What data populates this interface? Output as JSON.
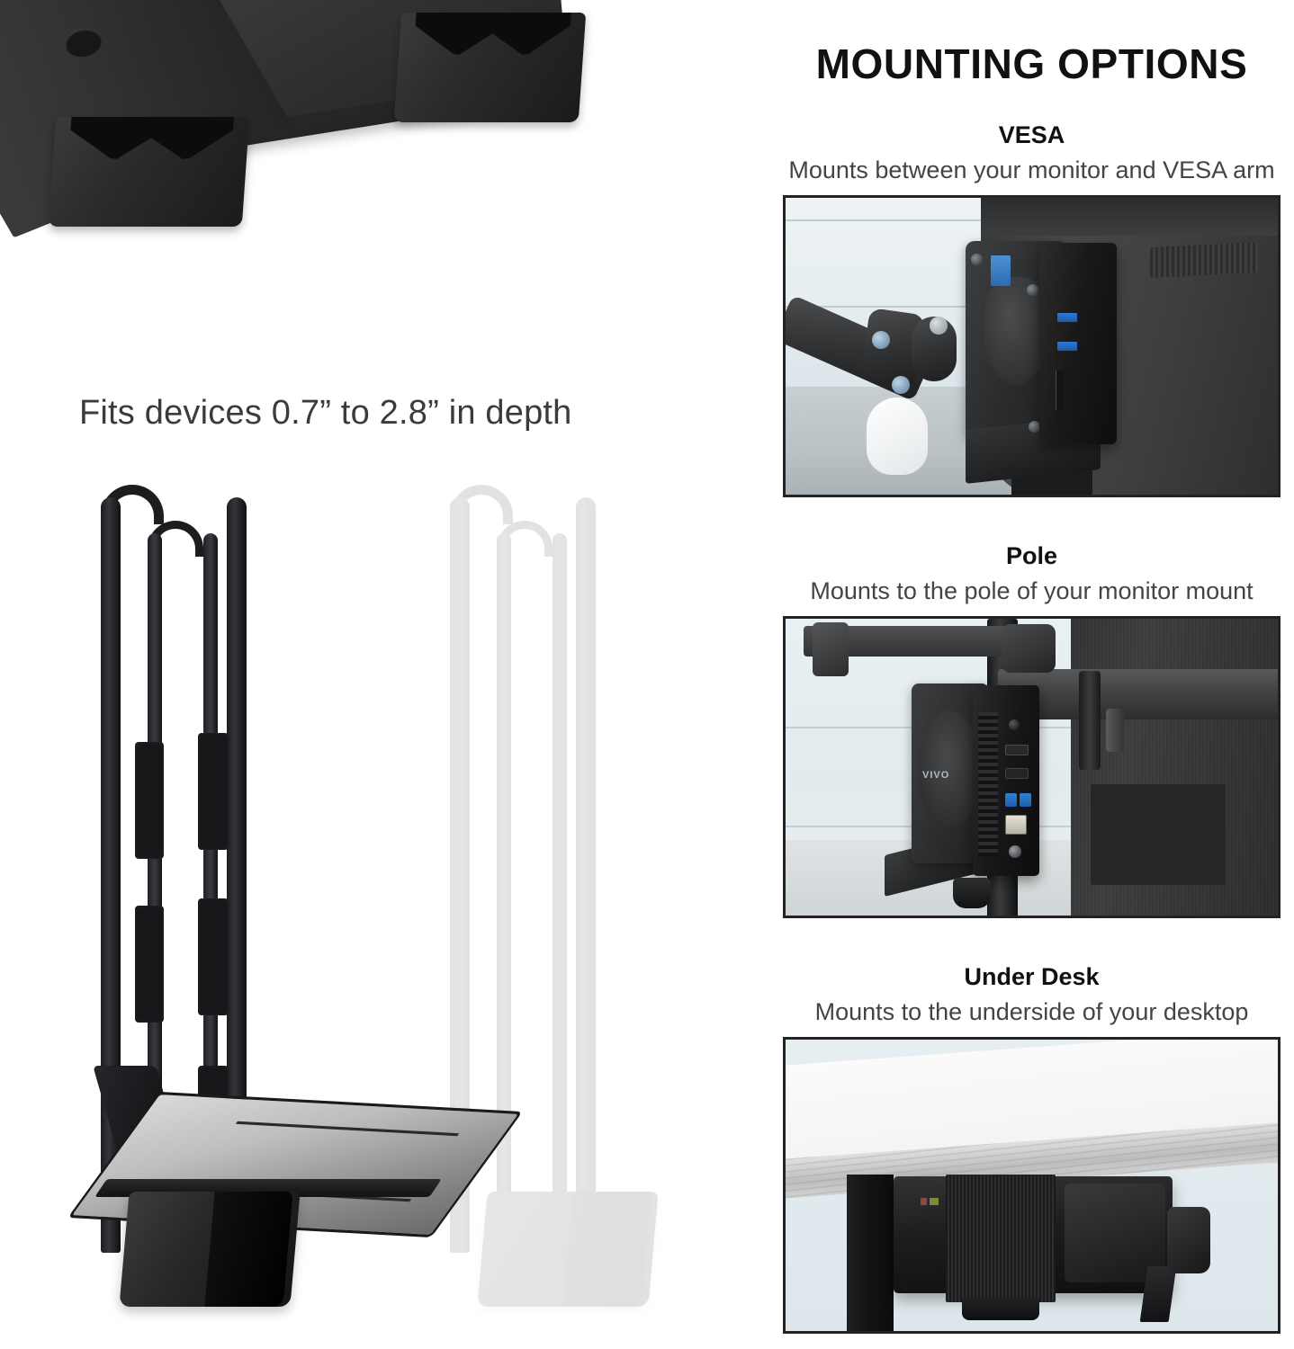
{
  "left": {
    "depth_caption": "Fits devices 0.7” to 2.8” in depth",
    "closeup_alt": "bracket-feet-closeup",
    "sideview_alt": "adjustable-bracket-side-view-with-ghost-range"
  },
  "right": {
    "title": "MOUNTING OPTIONS",
    "sections": [
      {
        "id": "vesa",
        "title": "VESA",
        "subtitle": "Mounts between your monitor and VESA arm",
        "photo_alt": "mini-pc-mounted-between-monitor-and-vesa-arm"
      },
      {
        "id": "pole",
        "title": "Pole",
        "subtitle": "Mounts to the pole of your monitor mount",
        "photo_alt": "mini-pc-bracket-attached-to-monitor-mount-pole",
        "brand_logo": "VIVO"
      },
      {
        "id": "under-desk",
        "title": "Under Desk",
        "subtitle": "Mounts to the underside of your desktop",
        "photo_alt": "bracket-strapped-under-desktop"
      }
    ]
  },
  "colors": {
    "background": "#ffffff",
    "title_text": "#111111",
    "body_text": "#444444",
    "caption_text": "#3b3b3b",
    "photo_border": "#232326",
    "photo_bg": "#dfe8eb",
    "product_black": "#1d1d1f",
    "usb_blue": "#2f7ad4"
  }
}
